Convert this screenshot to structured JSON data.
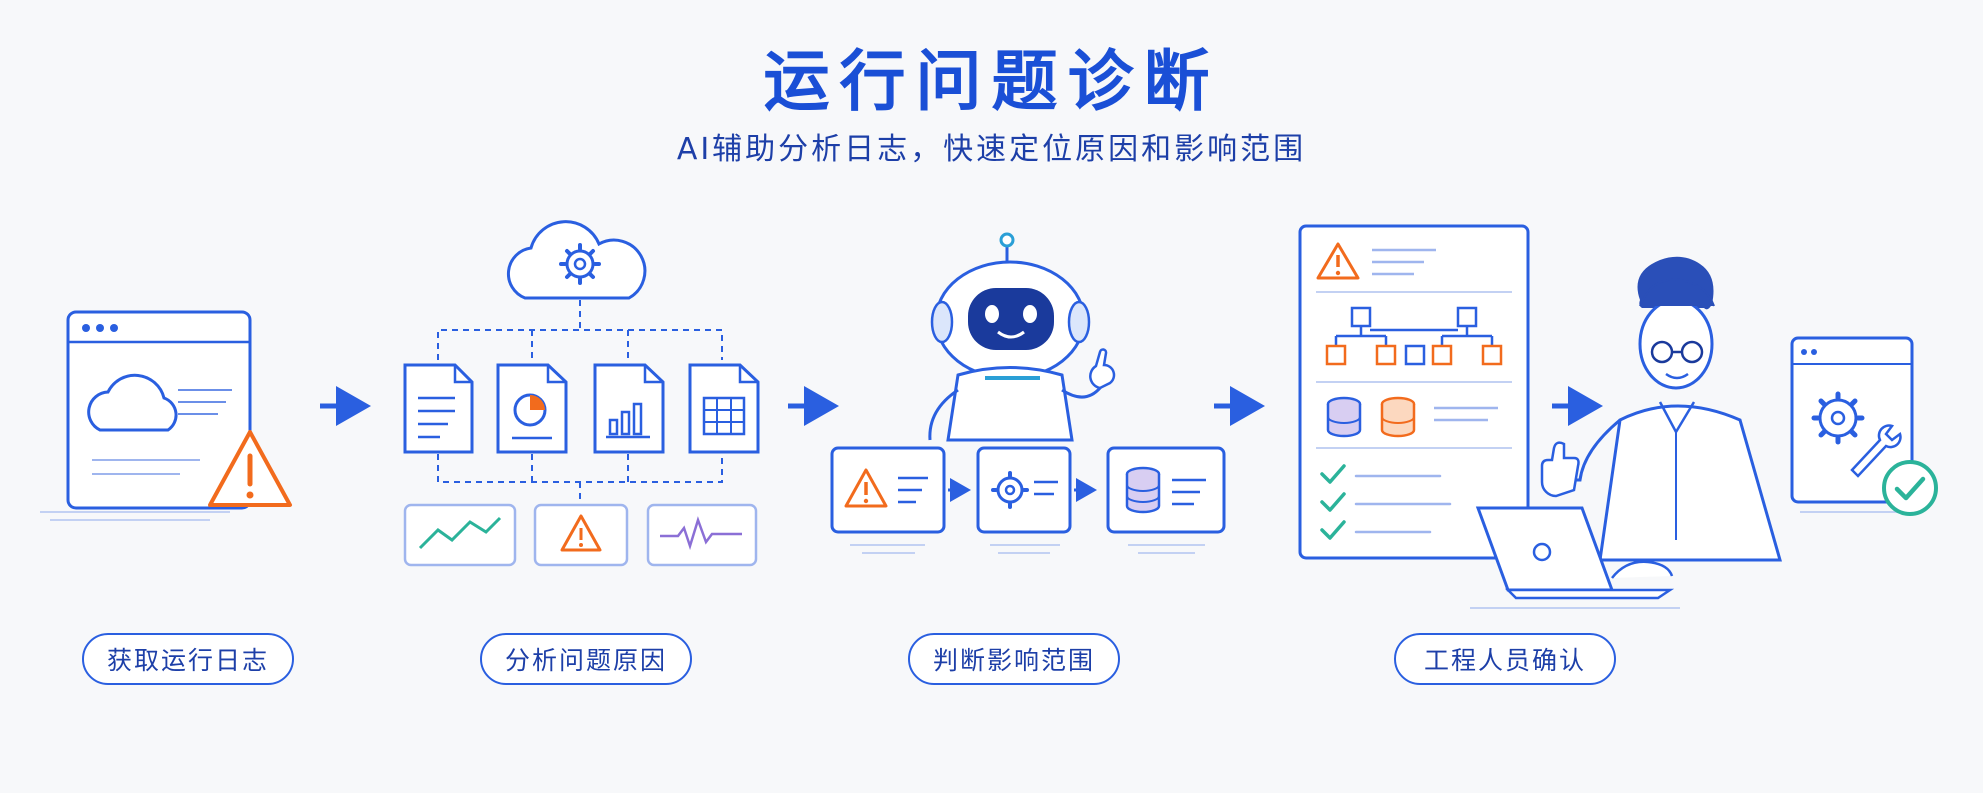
{
  "header": {
    "title": "运行问题诊断",
    "subtitle": "AI辅助分析日志，快速定位原因和影响范围"
  },
  "steps": [
    {
      "label": "获取运行日志"
    },
    {
      "label": "分析问题原因"
    },
    {
      "label": "判断影响范围"
    },
    {
      "label": "工程人员确认"
    }
  ],
  "colors": {
    "primary": "#1a4fd6",
    "line": "#2a5fe0",
    "warning": "#f26b1d",
    "success": "#2bb39a",
    "purple": "#8b6fd6"
  }
}
